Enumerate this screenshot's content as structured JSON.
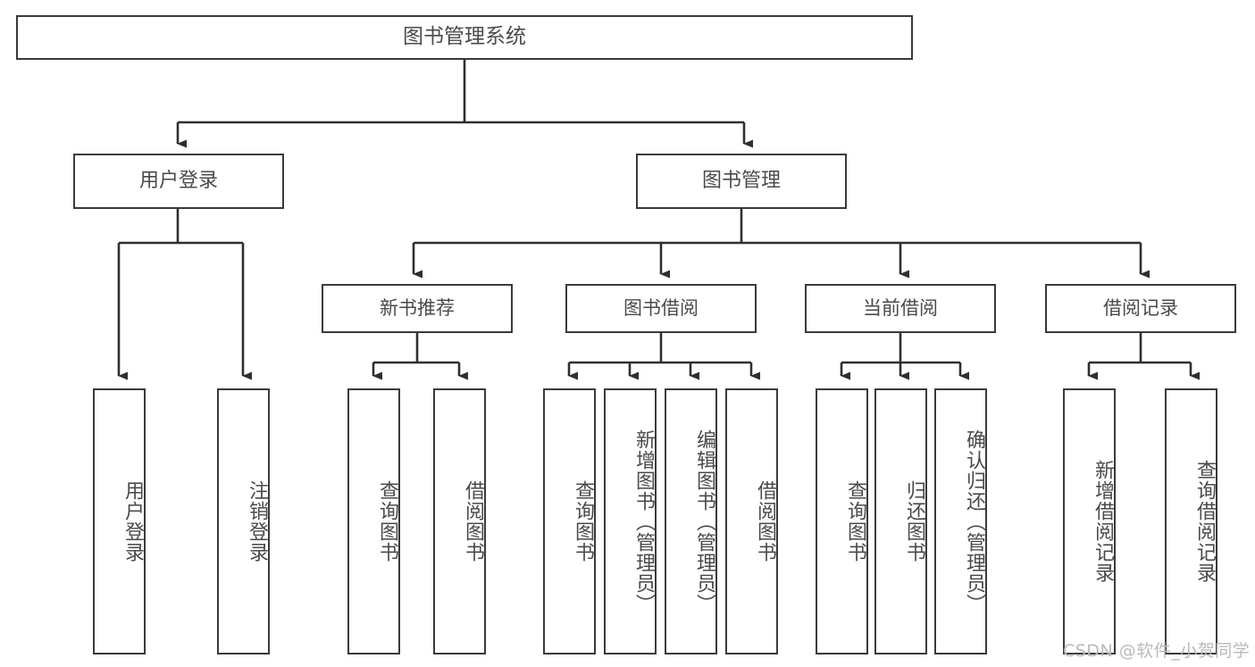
{
  "diagram": {
    "title": "图书管理系统",
    "type": "hierarchy-tree",
    "watermark": "CSDN @软件_小贺同学",
    "colors": {
      "border": "#3a3a3a",
      "text": "#4a4a4a",
      "background": "#ffffff",
      "edge": "#2f2f2f",
      "watermark": "#b9b9b9"
    },
    "nodes": {
      "root": {
        "label": "图书管理系统",
        "level": 1
      },
      "level2": [
        {
          "id": "user-login",
          "label": "用户登录"
        },
        {
          "id": "book-manage",
          "label": "图书管理"
        }
      ],
      "level3": [
        {
          "id": "new-book-rec",
          "label": "新书推荐",
          "parent": "book-manage"
        },
        {
          "id": "book-borrow",
          "label": "图书借阅",
          "parent": "book-manage"
        },
        {
          "id": "current-borrow",
          "label": "当前借阅",
          "parent": "book-manage"
        },
        {
          "id": "borrow-record",
          "label": "借阅记录",
          "parent": "book-manage"
        }
      ],
      "leaves": [
        {
          "id": "leaf-user-login",
          "label": "用户登录",
          "parent": "user-login"
        },
        {
          "id": "leaf-logout",
          "label": "注销登录",
          "parent": "user-login"
        },
        {
          "id": "leaf-query-book-1",
          "label": "查询图书",
          "parent": "new-book-rec"
        },
        {
          "id": "leaf-borrow-book-1",
          "label": "借阅图书",
          "parent": "new-book-rec"
        },
        {
          "id": "leaf-query-book-2",
          "label": "查询图书",
          "parent": "book-borrow"
        },
        {
          "id": "leaf-add-book",
          "label": "新增图书（管理员）",
          "parent": "book-borrow"
        },
        {
          "id": "leaf-edit-book",
          "label": "编辑图书（管理员）",
          "parent": "book-borrow"
        },
        {
          "id": "leaf-borrow-book-2",
          "label": "借阅图书",
          "parent": "book-borrow"
        },
        {
          "id": "leaf-query-book-3",
          "label": "查询图书",
          "parent": "current-borrow"
        },
        {
          "id": "leaf-return-book",
          "label": "归还图书",
          "parent": "current-borrow"
        },
        {
          "id": "leaf-confirm-return",
          "label": "确认归还（管理员）",
          "parent": "current-borrow"
        },
        {
          "id": "leaf-add-record",
          "label": "新增借阅记录",
          "parent": "borrow-record"
        },
        {
          "id": "leaf-query-record",
          "label": "查询借阅记录",
          "parent": "borrow-record"
        }
      ]
    }
  }
}
